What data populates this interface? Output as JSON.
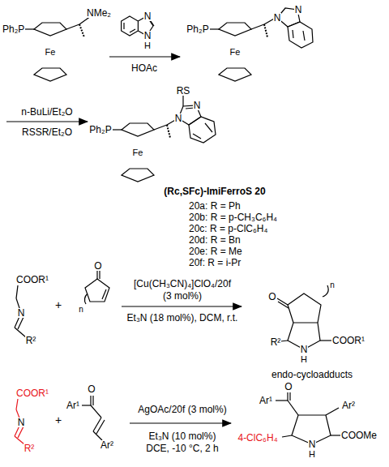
{
  "diagram": {
    "labels": [
      "Ph₂P",
      "Fe",
      "NMe₂",
      "N",
      "N",
      "H",
      "HOAc",
      "Ph₂P",
      "Fe",
      "N",
      "N",
      "n-BuLi/Et₂O",
      "RSSR/Et₂O",
      "RS",
      "N",
      "Ph₂P",
      "Fe",
      "N",
      "(Rc,SFc)-ImiFerroS 20",
      "20a: R = Ph",
      "20b: R = p-CH₃C₆H₄",
      "20c: R = p-ClC₆H₄",
      "20d: R = Bn",
      "20e: R = Me",
      "20f: R = i-Pr",
      "COOR¹",
      "N",
      "R²",
      "+",
      "O",
      "n",
      "[Cu(CH₃CN)₄]ClO₄/20f",
      "(3 mol%)",
      "Et₃N (18 mol%), DCM, r.t.",
      "O",
      "n",
      "R²",
      "N",
      "H",
      "COOR¹",
      "endo-cycloadducts",
      "COOR¹",
      "N",
      "R²",
      "+",
      "Ar¹",
      "O",
      "Ar²",
      "AgOAc/20f (3 mol%)",
      "Et₃N (10 mol%)",
      "DCE, -10 °C, 2 h",
      "Ar¹",
      "O",
      "Ar²",
      "4-ClC₆H₄",
      "N",
      "H",
      "COOMe"
    ]
  }
}
